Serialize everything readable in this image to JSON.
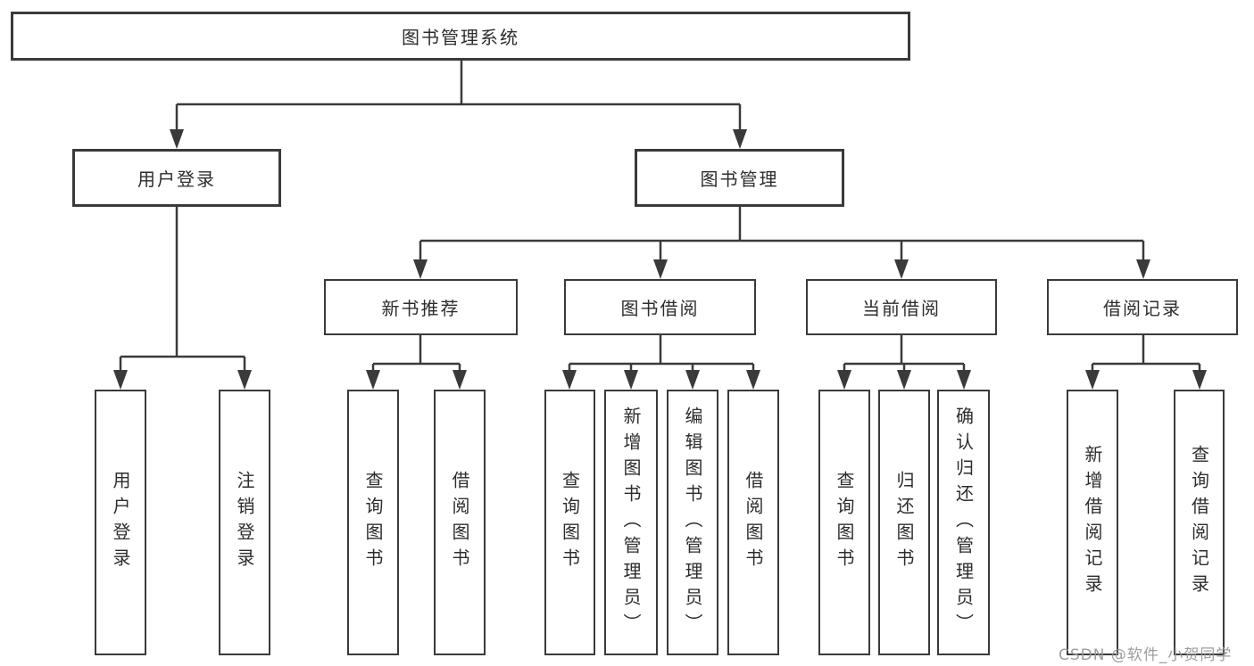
{
  "diagram": {
    "title": "图书管理系统",
    "level2": {
      "user_login": "用户登录",
      "book_management": "图书管理"
    },
    "level3": {
      "new_book_recommend": "新书推荐",
      "book_borrow": "图书借阅",
      "current_borrow": "当前借阅",
      "borrow_records": "借阅记录"
    },
    "leaves": {
      "user_login_leaf": "用户登录",
      "logout": "注销登录",
      "recommend_query_books": "查询图书",
      "recommend_borrow_books": "借阅图书",
      "borrow_query_books": "查询图书",
      "borrow_add_books": "新增图书（管理员）",
      "borrow_edit_books": "编辑图书（管理员）",
      "borrow_borrow_books": "借阅图书",
      "current_query_books": "查询图书",
      "current_return_books": "归还图书",
      "current_confirm_return": "确认归还（管理员）",
      "records_add_record": "新增借阅记录",
      "records_query_record": "查询借阅记录"
    }
  },
  "watermark": "CSDN @软件_小贺同学",
  "colors": {
    "line": "#3a3a3a",
    "text": "#2d2d2d",
    "background": "#ffffff",
    "watermark": "#989898"
  }
}
